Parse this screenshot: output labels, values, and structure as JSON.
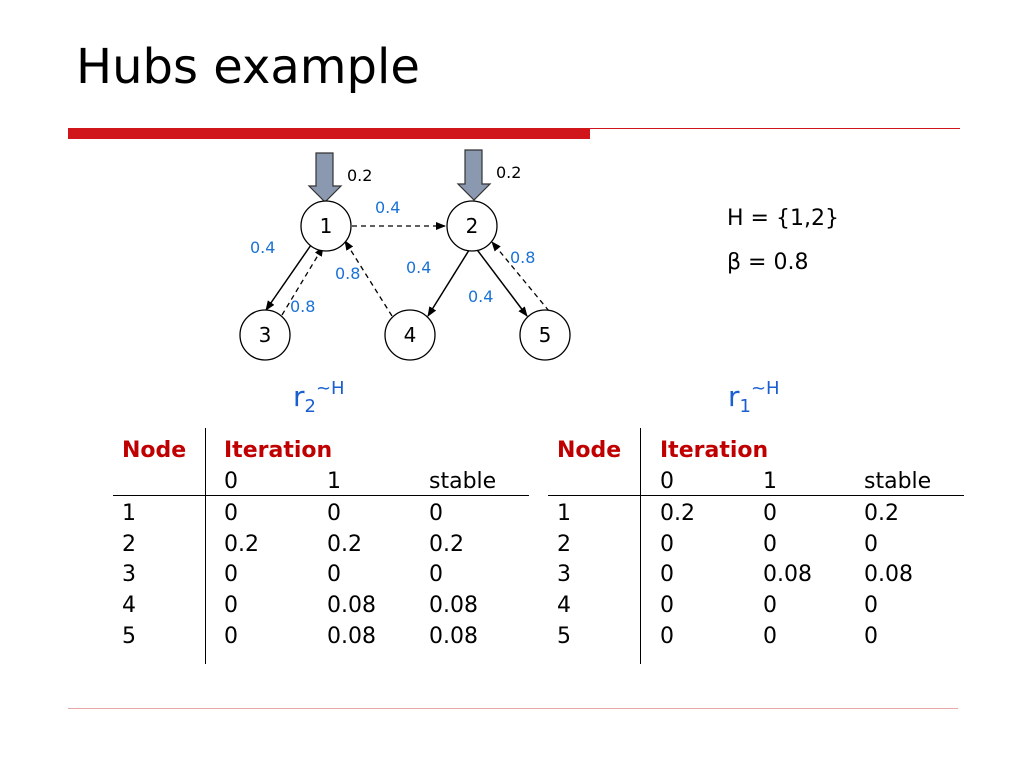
{
  "slide": {
    "title": "Hubs example"
  },
  "graph": {
    "nodes": [
      "1",
      "2",
      "3",
      "4",
      "5"
    ],
    "edges": [
      {
        "from": "1",
        "to": "2",
        "weight": "0.4",
        "style": "dashed"
      },
      {
        "from": "1",
        "to": "3",
        "weight": "0.4",
        "style": "solid"
      },
      {
        "from": "3",
        "to": "1",
        "weight": "0.8",
        "style": "dashed"
      },
      {
        "from": "4",
        "to": "1",
        "weight": "0.8",
        "style": "dashed"
      },
      {
        "from": "2",
        "to": "4",
        "weight": "0.4",
        "style": "solid"
      },
      {
        "from": "2",
        "to": "5",
        "weight": "0.4",
        "style": "solid"
      },
      {
        "from": "5",
        "to": "2",
        "weight": "0.8",
        "style": "dashed"
      }
    ],
    "teleport": [
      {
        "to": "1",
        "weight": "0.2"
      },
      {
        "to": "2",
        "weight": "0.2"
      }
    ],
    "colors": {
      "edge_weight": "#1a72d6",
      "teleport_arrow": "#8a99b0",
      "rule": "#d0161b"
    }
  },
  "params": {
    "hub_set": "H = {1,2}",
    "beta": "β = 0.8"
  },
  "tables": [
    {
      "label": {
        "base": "r",
        "sub": "2",
        "sup": "~H"
      },
      "header_node": "Node",
      "header_iter": "Iteration",
      "columns": [
        "0",
        "1",
        "stable"
      ],
      "rows": [
        {
          "node": "1",
          "values": [
            "0",
            "0",
            "0"
          ]
        },
        {
          "node": "2",
          "values": [
            "0.2",
            "0.2",
            "0.2"
          ]
        },
        {
          "node": "3",
          "values": [
            "0",
            "0",
            "0"
          ]
        },
        {
          "node": "4",
          "values": [
            "0",
            "0.08",
            "0.08"
          ]
        },
        {
          "node": "5",
          "values": [
            "0",
            "0.08",
            "0.08"
          ]
        }
      ]
    },
    {
      "label": {
        "base": "r",
        "sub": "1",
        "sup": "~H"
      },
      "header_node": "Node",
      "header_iter": "Iteration",
      "columns": [
        "0",
        "1",
        "stable"
      ],
      "rows": [
        {
          "node": "1",
          "values": [
            "0.2",
            "0",
            "0.2"
          ]
        },
        {
          "node": "2",
          "values": [
            "0",
            "0",
            "0"
          ]
        },
        {
          "node": "3",
          "values": [
            "0",
            "0.08",
            "0.08"
          ]
        },
        {
          "node": "4",
          "values": [
            "0",
            "0",
            "0"
          ]
        },
        {
          "node": "5",
          "values": [
            "0",
            "0",
            "0"
          ]
        }
      ]
    }
  ]
}
